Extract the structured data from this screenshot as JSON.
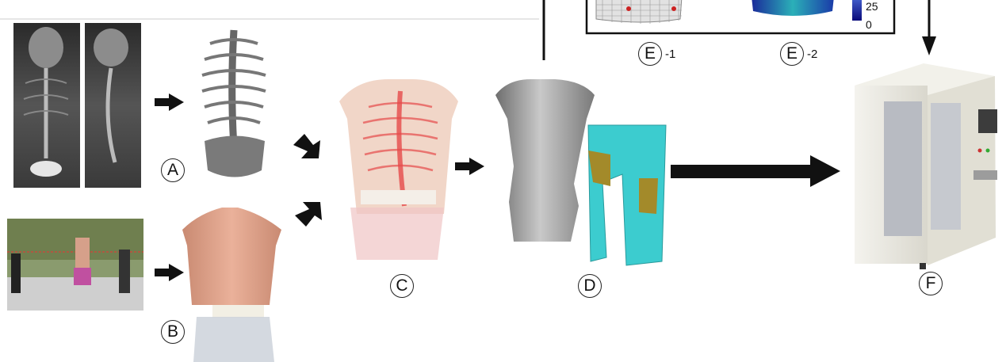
{
  "labels": {
    "A": "A",
    "B": "B",
    "C": "C",
    "D": "D",
    "E1": "E",
    "E1_suffix": "-1",
    "E2": "E",
    "E2_suffix": "-2",
    "F": "F"
  },
  "colorbar": {
    "tick_25": "25",
    "tick_0": "0"
  },
  "colors": {
    "skin": "#e8a98f",
    "spine_red": "#e64a4a",
    "brace_cyan": "#3ccccf",
    "brace_pad": "#a38a2a",
    "mold_gray": "#9a9a9a",
    "machine": "#ecebe4",
    "arrow": "#111111"
  }
}
